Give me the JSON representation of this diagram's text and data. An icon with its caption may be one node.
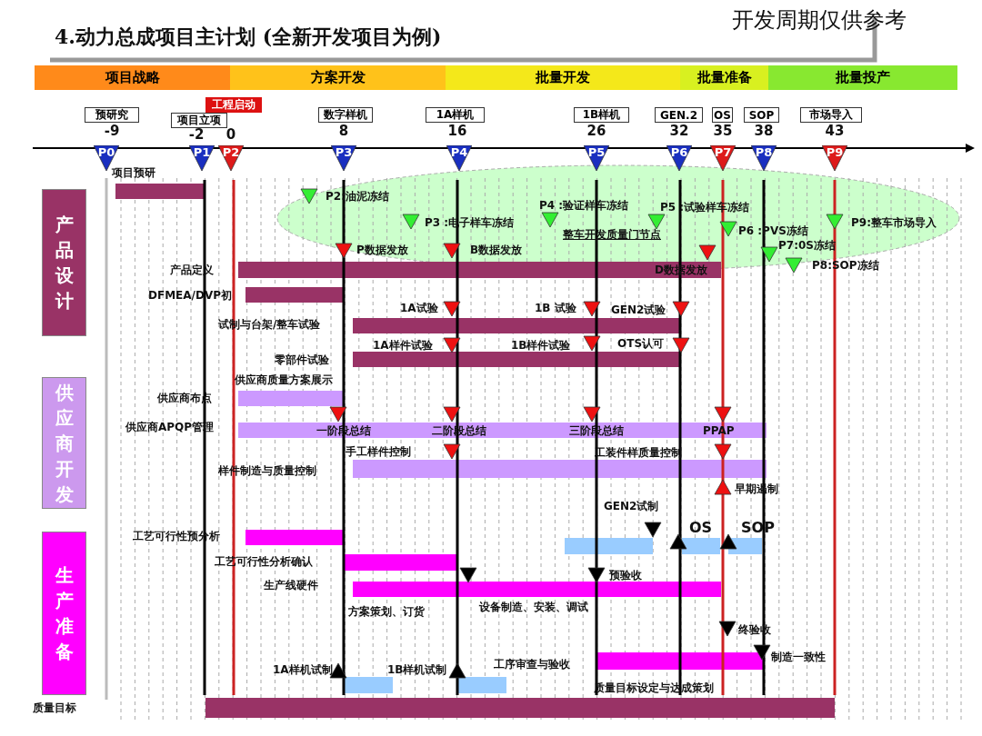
{
  "diagram": {
    "title": "4.动力总成项目主计划 (全新开发项目为例)",
    "nodes": [
      {
        "text": [
          "项目战略"
        ]
      },
      {
        "text": [
          "方案开发"
        ]
      },
      {
        "text": [
          "批量开发"
        ]
      },
      {
        "text": [
          "批量准备"
        ]
      },
      {
        "text": [
          "批量投产"
        ]
      },
      {
        "text": [
          "预研究"
        ],
        "beside": [
          "-9"
        ]
      },
      {
        "text": [
          "项目立项"
        ],
        "beside": [
          "-2"
        ]
      },
      {
        "text": [
          "工程启动"
        ]
      },
      {
        "text": [
          "数字样机"
        ],
        "beside": [
          "8"
        ]
      },
      {
        "text": [
          "1A样机"
        ],
        "beside": [
          "16"
        ]
      },
      {
        "text": [
          "1B样机"
        ],
        "beside": [
          "26"
        ]
      },
      {
        "text": [
          "GEN.2"
        ],
        "beside": [
          "32"
        ]
      },
      {
        "text": [
          "OS"
        ],
        "beside": [
          "35"
        ]
      },
      {
        "text": [
          "SOP"
        ],
        "beside": [
          "38"
        ]
      },
      {
        "text": [
          "市场导入"
        ],
        "beside": [
          "43"
        ]
      },
      {
        "text": [
          "P0"
        ]
      },
      {
        "text": [
          "P1"
        ]
      },
      {
        "text": [
          "P2"
        ]
      },
      {
        "text": [
          "P3"
        ]
      },
      {
        "text": [
          "P4"
        ]
      },
      {
        "text": [
          "P5"
        ]
      },
      {
        "text": [
          "P6"
        ]
      },
      {
        "text": [
          "P7"
        ]
      },
      {
        "text": [
          "P8"
        ]
      },
      {
        "text": [
          "P9"
        ]
      },
      {
        "text": [
          "产品设计"
        ]
      },
      {
        "text": [
          "供应商开发"
        ]
      },
      {
        "text": [
          "生产准备"
        ]
      }
    ],
    "labels": [
      "0",
      "开发周期仅供参考",
      "项目预研",
      "P2:油泥冻结",
      "P3 :电子样车冻结",
      "P4 :验证样车冻结",
      "P5 :试验样车冻结",
      "整车开发质量门节点",
      "P6 :PVS冻结",
      "P9:整车市场导入",
      "P7:0S冻结",
      "P8:SOP冻结",
      "P数据发放",
      "B数据发放",
      "产品定义",
      "D数据发放",
      "DFMEA/DVP初",
      "1A试验",
      "1B 试验",
      "GEN2试验",
      "试制与台架/整车试验",
      "1A样件试验",
      "1B样件试验",
      "OTS认可",
      "零部件试验",
      "供应商质量方案展示",
      "供应商布点",
      "供应商APQP管理",
      "一阶段总结",
      "二阶段总结",
      "三阶段总结",
      "PPAP",
      "手工样件控制",
      "工装件样质量控制",
      "样件制造与质量控制",
      "早期遏制",
      "GEN2试制",
      "OS",
      "SOP",
      "工艺可行性预分析",
      "工艺可行性分析确认",
      "预验收",
      "生产线硬件",
      "方案策划、订货",
      "设备制造、安装、调试",
      "终验收",
      "工序审查与验收",
      "制造一致性",
      "1A样机试制",
      "1B样机试制",
      "质量目标设定与达成策划",
      "质量目标"
    ]
  }
}
